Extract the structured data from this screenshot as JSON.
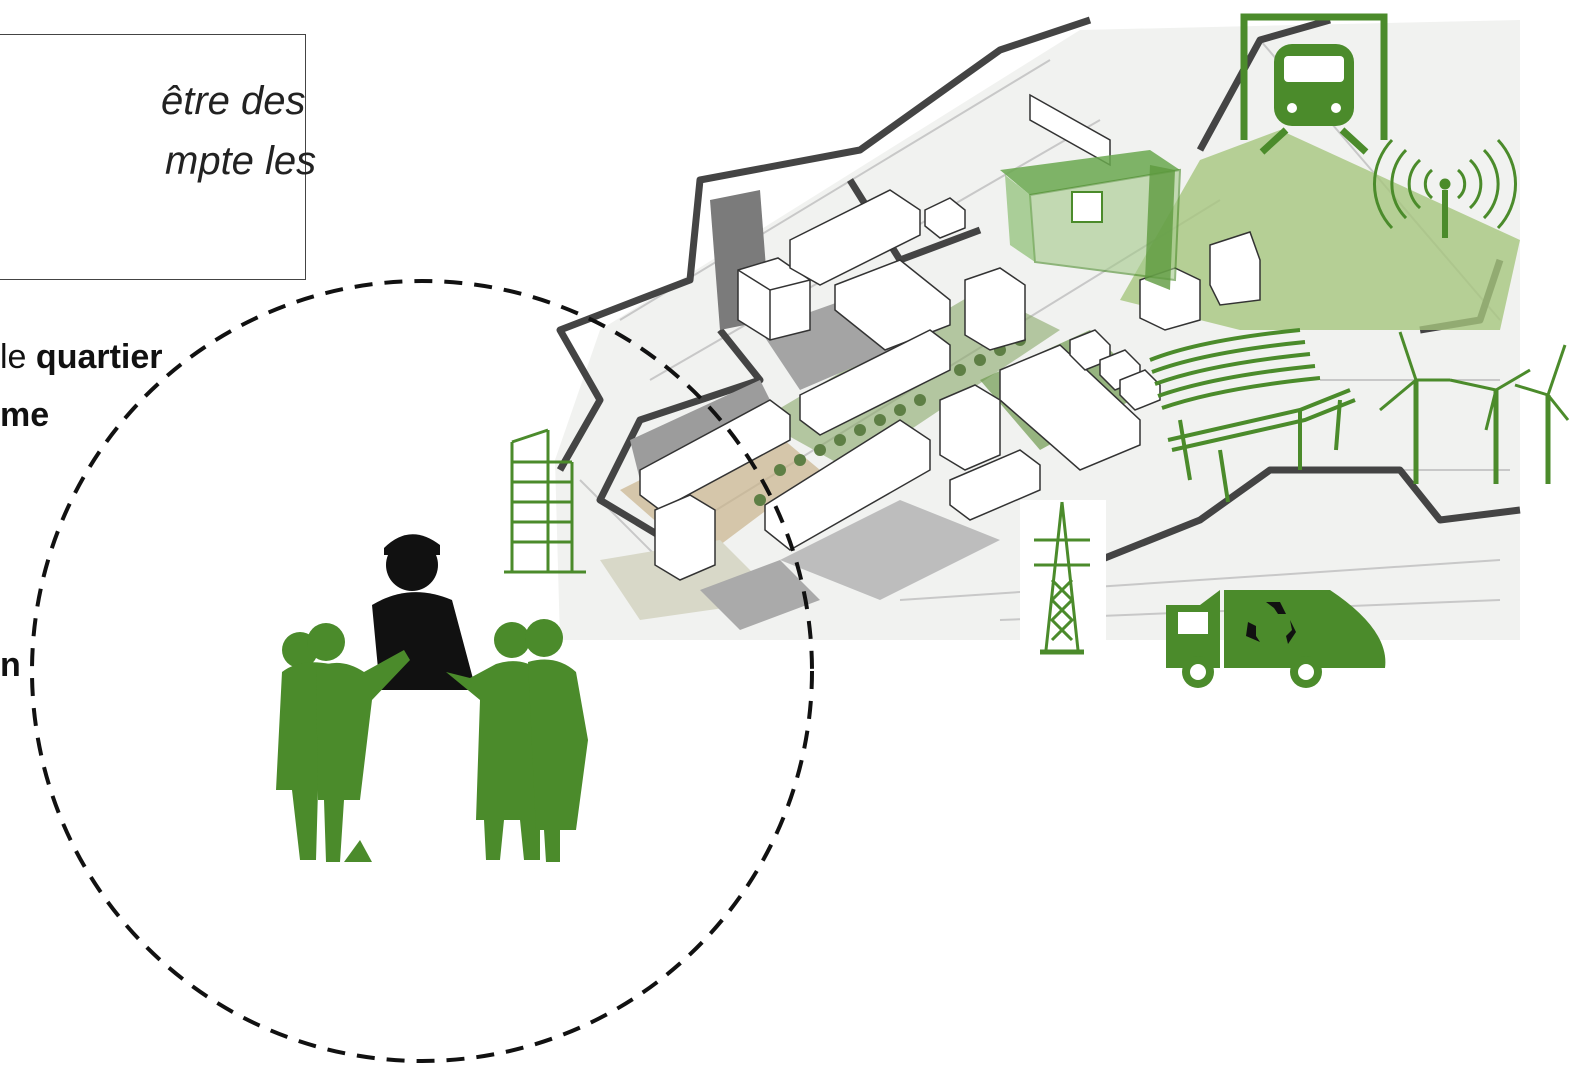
{
  "quote": {
    "line1": "être des",
    "line2": "mpte les"
  },
  "body_text": {
    "line1_prefix": "le ",
    "line1_bold": "quartier",
    "line2_bold": "me",
    "line3_bold": "n"
  },
  "colors": {
    "icon_green": "#4b8b2b",
    "light_green": "#8cbf5c",
    "building_grey": "#8a8a8a",
    "road_dark": "#3a3a3a"
  },
  "icons": [
    "train-icon",
    "antenna-icon",
    "bus-shelter-icon",
    "bench-icon",
    "wind-turbines-icon",
    "pylon-icon",
    "recycling-truck-icon",
    "building-section-icon",
    "stakeholders-silhouettes"
  ]
}
